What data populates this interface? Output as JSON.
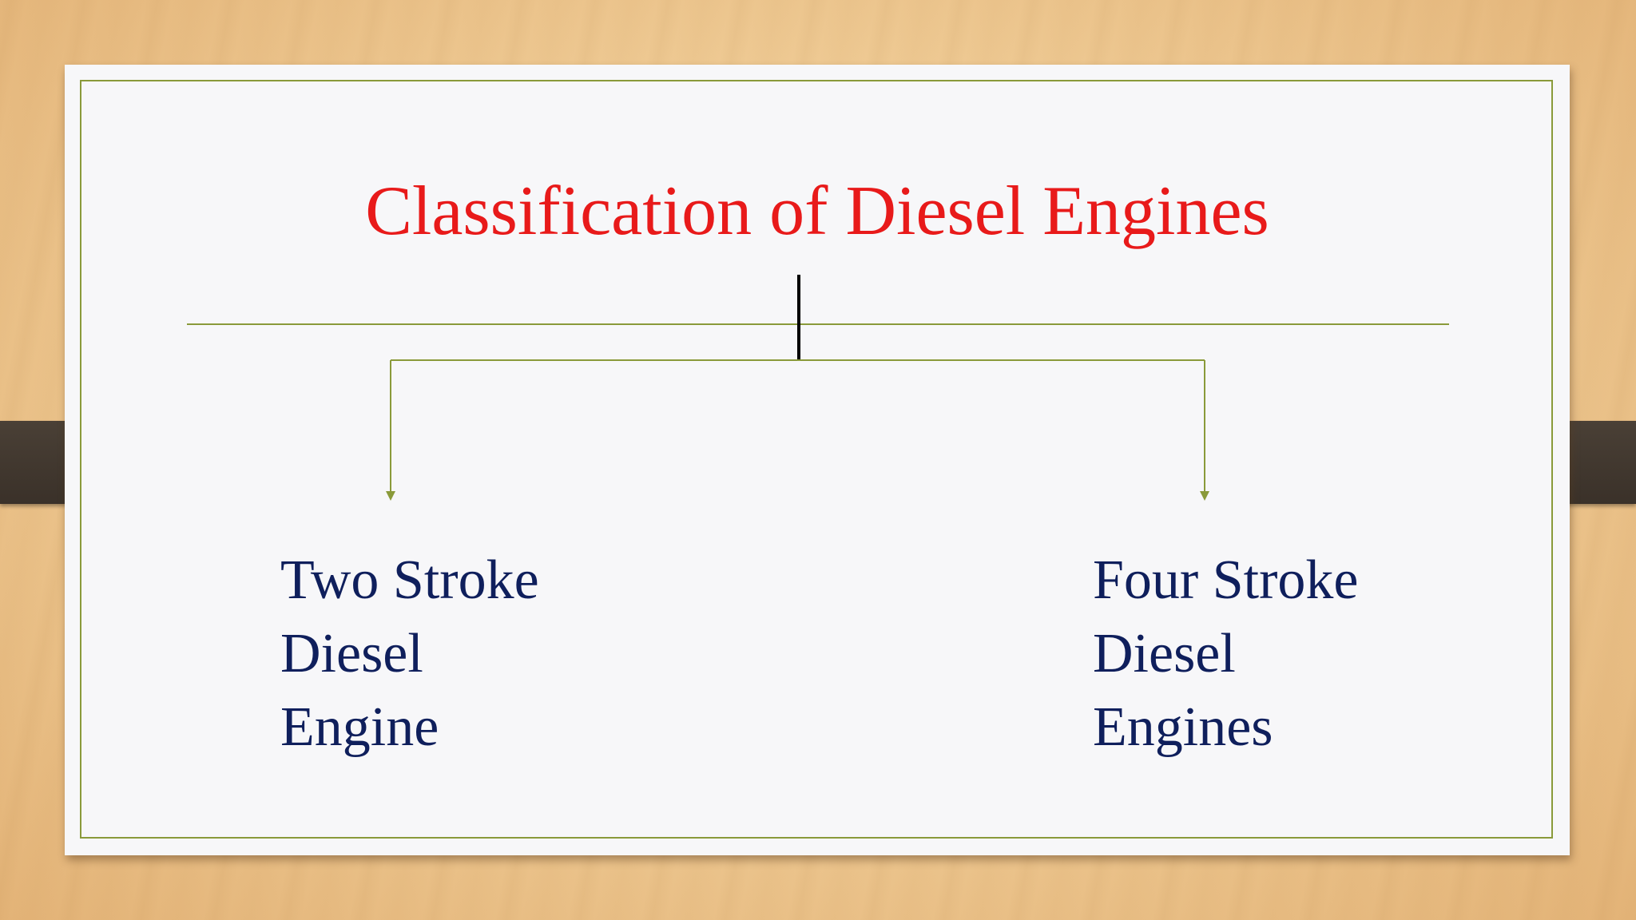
{
  "slide": {
    "title": "Classification of Diesel Engines",
    "branches": [
      {
        "lines": [
          "Two Stroke",
          "Diesel",
          "Engine"
        ]
      },
      {
        "lines": [
          "Four Stroke",
          "Diesel",
          "Engines"
        ]
      }
    ]
  },
  "colors": {
    "title": "#e81a1a",
    "labels": "#0f1f5c",
    "connectors": "#8a9a3a",
    "stem": "#000000"
  }
}
